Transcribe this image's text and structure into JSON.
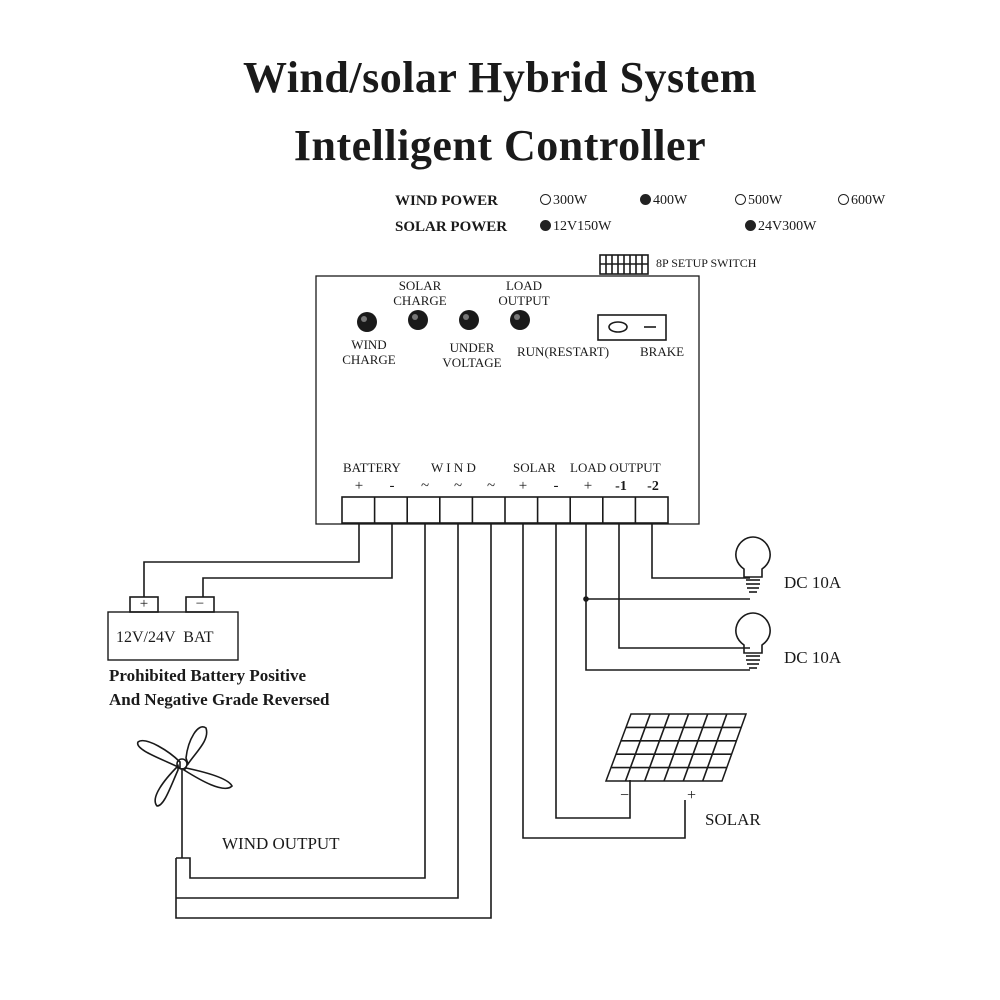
{
  "title": {
    "line1": "Wind/solar Hybrid System",
    "line2": "Intelligent Controller"
  },
  "specs": {
    "wind_power_label": "WIND POWER",
    "wind_options": [
      {
        "text": "300W",
        "selected": false
      },
      {
        "text": "400W",
        "selected": true
      },
      {
        "text": "500W",
        "selected": false
      },
      {
        "text": "600W",
        "selected": false
      }
    ],
    "solar_power_label": "SOLAR POWER",
    "solar_options": [
      {
        "text": "12V150W",
        "selected": true
      },
      {
        "text": "24V300W",
        "selected": true
      }
    ]
  },
  "setup_switch_label": "8P SETUP SWITCH",
  "indicators": {
    "solar_charge": "SOLAR CHARGE",
    "load_output": "LOAD OUTPUT",
    "wind_charge": "WIND CHARGE",
    "under_voltage": "UNDER VOLTAGE",
    "run_restart": "RUN(RESTART)",
    "brake": "BRAKE"
  },
  "terminals": {
    "battery": "BATTERY",
    "wind": "W I N D",
    "solar": "SOLAR",
    "load_output": "LOAD OUTPUT",
    "polarity": [
      "+",
      "-",
      "~",
      "~",
      "~",
      "+",
      "-",
      "+",
      "-1",
      "-2"
    ]
  },
  "battery": {
    "label": "12V/24V  BAT",
    "plus": "+",
    "minus": "−"
  },
  "warning": {
    "line1": "Prohibited Battery Positive",
    "line2": "And Negative Grade Reversed"
  },
  "loads": [
    {
      "label": "DC 10A"
    },
    {
      "label": "DC 10A"
    }
  ],
  "solar_panel": {
    "label": "SOLAR",
    "minus": "−",
    "plus": "+"
  },
  "wind_output_label": "WIND OUTPUT",
  "colors": {
    "ink": "#1a1a1a",
    "background": "#ffffff"
  },
  "icons": [
    "wind-turbine-icon",
    "light-bulb-icon",
    "solar-panel-icon",
    "battery-icon",
    "led-indicator-icon",
    "toggle-switch-icon",
    "dip-switch-icon"
  ]
}
